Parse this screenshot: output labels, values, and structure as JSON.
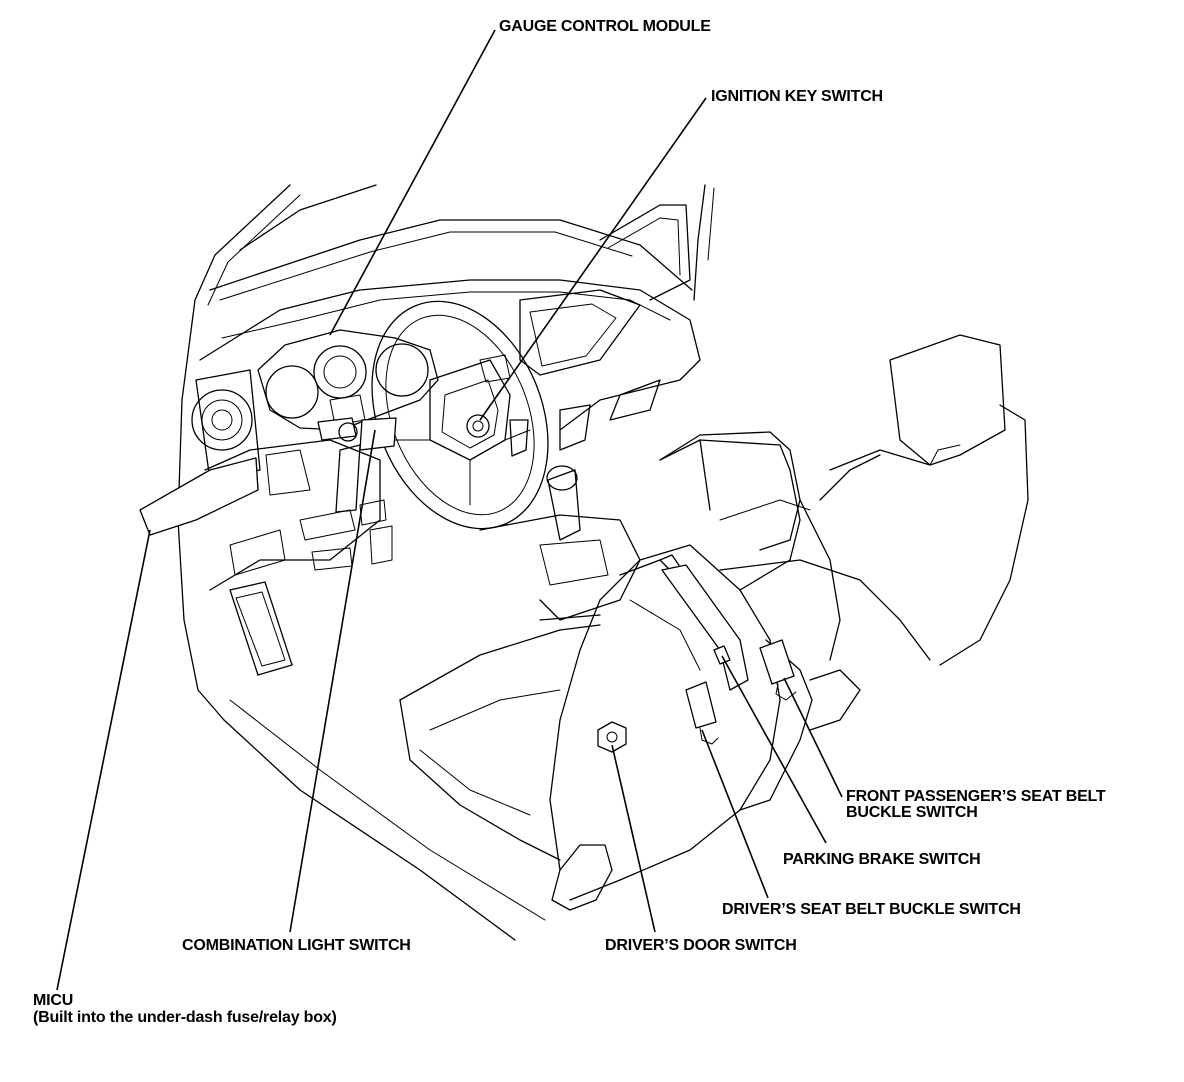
{
  "labels": {
    "gauge_control_module": "GAUGE CONTROL MODULE",
    "ignition_key_switch": "IGNITION KEY SWITCH",
    "front_passenger_seat_belt_line1": "FRONT PASSENGER’S SEAT BELT",
    "front_passenger_seat_belt_line2": "BUCKLE SWITCH",
    "parking_brake_switch": "PARKING BRAKE SWITCH",
    "drivers_seat_belt_buckle_switch": "DRIVER’S SEAT BELT BUCKLE SWITCH",
    "drivers_door_switch": "DRIVER’S DOOR SWITCH",
    "combination_light_switch": "COMBINATION LIGHT SWITCH",
    "micu_line1": "MICU",
    "micu_line2": "(Built into the under-dash fuse/relay box)"
  }
}
